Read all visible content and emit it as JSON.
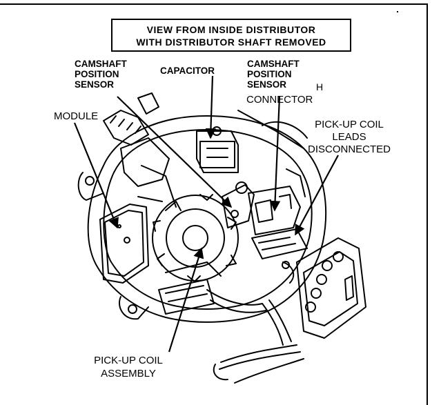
{
  "title": {
    "line1": "VIEW FROM INSIDE DISTRIBUTOR",
    "line2": "WITH DISTRIBUTOR SHAFT REMOVED"
  },
  "labels": {
    "camshaft_sensor": {
      "line1": "CAMSHAFT",
      "line2": "POSITION",
      "line3": "SENSOR"
    },
    "capacitor": "CAPACITOR",
    "camshaft_connector": {
      "line1": "CAMSHAFT",
      "line2": "POSITION",
      "line3": "SENSOR",
      "h": "H",
      "line4": "CONNECTOR"
    },
    "module": "MODULE",
    "pickup_leads": {
      "line1": "PICK-UP COIL",
      "line2": "LEADS",
      "line3": "DISCONNECTED"
    },
    "pickup_assembly": {
      "line1": "PICK-UP COIL",
      "line2": "ASSEMBLY"
    }
  }
}
